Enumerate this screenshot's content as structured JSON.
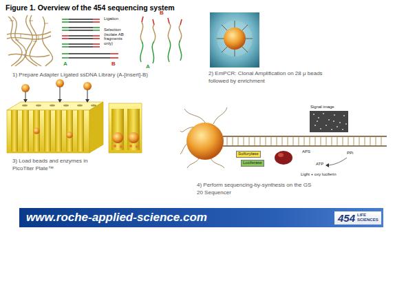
{
  "diagram": {
    "title": "Figure 1. Overview of the 454 sequencing system",
    "nodes": [
      {
        "text": [
          "www.roche-applied-science.com"
        ]
      },
      {
        "text": [
          "454",
          "LIFE SCIENCES"
        ],
        "in": 0
      }
    ],
    "labels": [
      "Ligation",
      "Selection (isolate AB fragments only)",
      "A",
      "B",
      "B",
      "A",
      "1) Prepare Adapter Ligated ssDNA Library (A-[insert]-B)",
      "2) EmPCR: Clonal Amplification on 28 μ beads followed by enrichment",
      "3) Load beads and enzymes in PicoTiter Plate™",
      "4) Perform sequencing-by-synthesis on the GS 20 Sequencer",
      "Signal image",
      "Sulfurylase",
      "Luciferase",
      "APS",
      "ATP",
      "PPi",
      "Light + oxy luciferin"
    ]
  }
}
